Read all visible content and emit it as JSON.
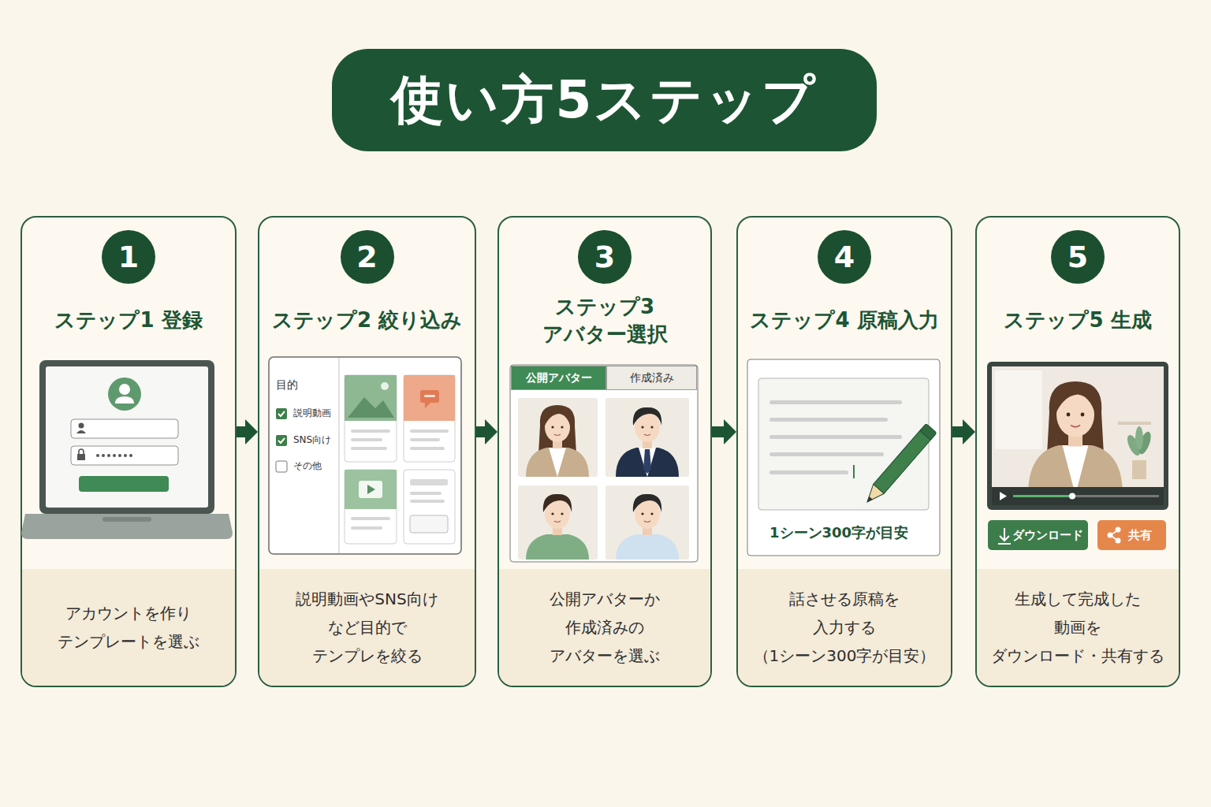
{
  "diagram": {
    "title": "使い方5ステップ",
    "nodes": [
      {
        "text": [
          "ステップ1 登録",
          "アカウントを作り テンプレートを選ぶ"
        ]
      },
      {
        "text": [
          "1"
        ],
        "in": 0
      },
      {
        "text": [
          "ステップ2 絞り込み",
          "説明動画やSNS向け など目的で テンプレを絞る"
        ]
      },
      {
        "text": [
          "2"
        ],
        "in": 2
      },
      {
        "text": [
          "ステップ3 アバター選択",
          "公開アバターか 作成済みの アバターを選ぶ"
        ]
      },
      {
        "text": [
          "3"
        ],
        "in": 4
      },
      {
        "text": [
          "公開アバター"
        ],
        "in": 4
      },
      {
        "text": [
          "作成済み"
        ],
        "in": 4
      },
      {
        "text": [
          "ステップ4 原稿入力",
          "話させる原稿を 入力する （1シーン300字が目安）"
        ]
      },
      {
        "text": [
          "4"
        ],
        "in": 8
      },
      {
        "text": [
          "ステップ5 生成",
          "生成して完成した 動画を ダウンロード・共有する"
        ]
      },
      {
        "text": [
          "5"
        ],
        "in": 10
      },
      {
        "text": [
          "ダウンロード"
        ],
        "in": 10
      },
      {
        "text": [
          "共有"
        ],
        "in": 10
      }
    ],
    "edges": [
      {
        "from": 0,
        "to": 2,
        "arrow": "to"
      },
      {
        "from": 2,
        "to": 4,
        "arrow": "to"
      },
      {
        "from": 4,
        "to": 8,
        "arrow": "to"
      },
      {
        "from": 8,
        "to": 10,
        "arrow": "to"
      }
    ],
    "labels": [
      "目的",
      "説明動画",
      "SNS向け",
      "その他",
      "1シーン300字が目安"
    ]
  }
}
